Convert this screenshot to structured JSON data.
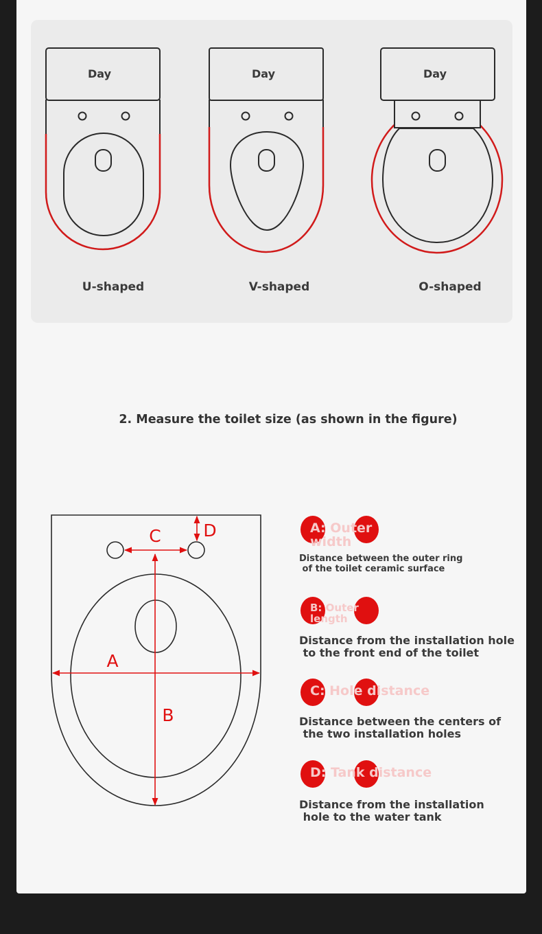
{
  "brand_label": "Day",
  "shapes": [
    {
      "label": "U-shaped"
    },
    {
      "label": "V-shaped"
    },
    {
      "label": "O-shaped"
    }
  ],
  "heading": "2. Measure the toilet size (as shown in the figure)",
  "diagram_labels": {
    "a": "A",
    "b": "B",
    "c": "C",
    "d": "D"
  },
  "legend": [
    {
      "title": "A: Outer width",
      "description": "Distance between the outer ring\n of the toilet ceramic surface"
    },
    {
      "title": "B: Outer length",
      "description": "Distance from the installation hole\n to the front end of the toilet"
    },
    {
      "title": "C: Hole distance",
      "description": "Distance between the centers of\n the two installation holes"
    },
    {
      "title": "D: Tank distance",
      "description": "Distance from the installation\n hole to the water tank"
    }
  ],
  "colors": {
    "accent": "#e01010",
    "outline": "#2a2a2a",
    "panel": "#ebebeb",
    "page": "#f6f6f6",
    "frame": "#1c1c1c"
  }
}
